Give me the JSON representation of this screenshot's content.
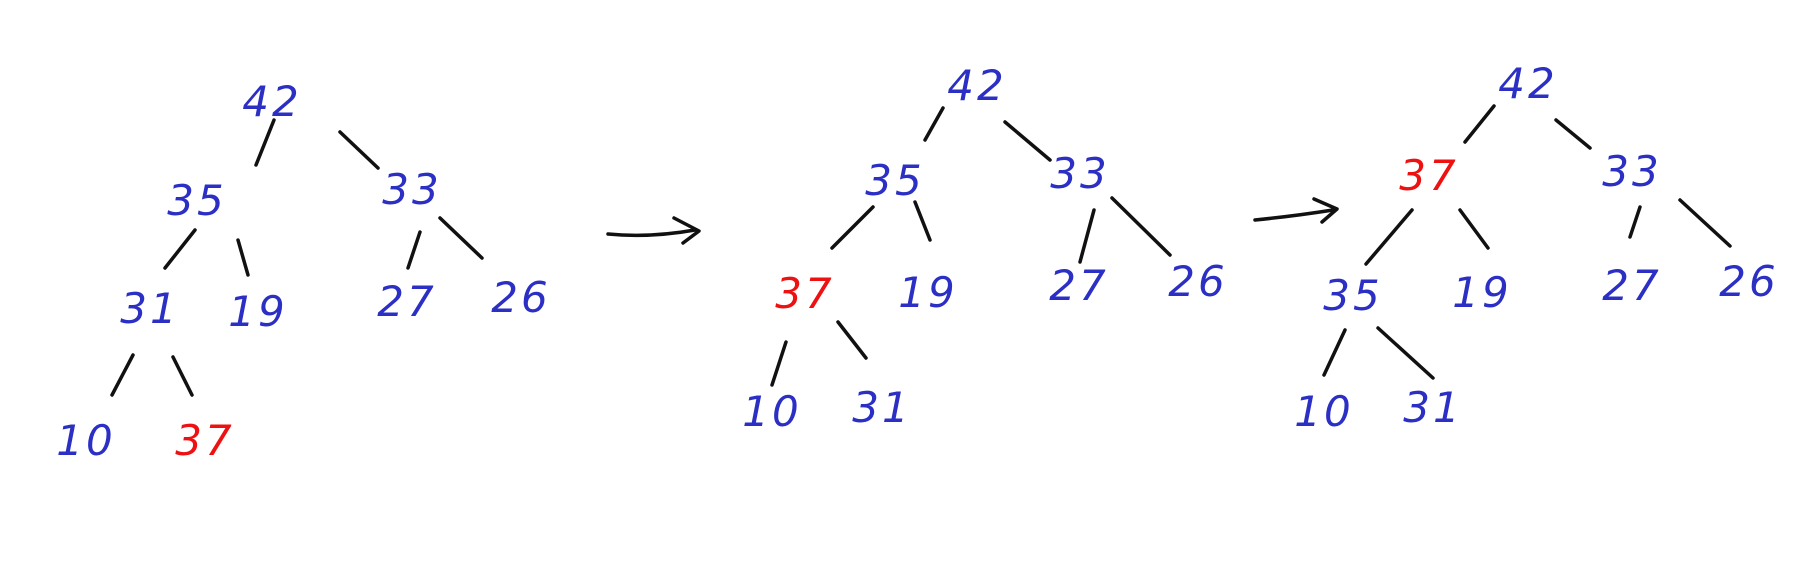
{
  "colors": {
    "node": "#2b2fc4",
    "highlight": "#ee1111",
    "line": "#111111"
  },
  "trees": [
    {
      "name": "heap-step-1",
      "nodes": [
        {
          "id": "a1",
          "value": "42",
          "highlight": false
        },
        {
          "id": "a2",
          "value": "35",
          "highlight": false
        },
        {
          "id": "a3",
          "value": "33",
          "highlight": false
        },
        {
          "id": "a4",
          "value": "31",
          "highlight": false
        },
        {
          "id": "a5",
          "value": "19",
          "highlight": false
        },
        {
          "id": "a6",
          "value": "27",
          "highlight": false
        },
        {
          "id": "a7",
          "value": "26",
          "highlight": false
        },
        {
          "id": "a8",
          "value": "10",
          "highlight": false
        },
        {
          "id": "a9",
          "value": "37",
          "highlight": true
        }
      ]
    },
    {
      "name": "heap-step-2",
      "nodes": [
        {
          "id": "b1",
          "value": "42",
          "highlight": false
        },
        {
          "id": "b2",
          "value": "35",
          "highlight": false
        },
        {
          "id": "b3",
          "value": "33",
          "highlight": false
        },
        {
          "id": "b4",
          "value": "37",
          "highlight": true
        },
        {
          "id": "b5",
          "value": "19",
          "highlight": false
        },
        {
          "id": "b6",
          "value": "27",
          "highlight": false
        },
        {
          "id": "b7",
          "value": "26",
          "highlight": false
        },
        {
          "id": "b8",
          "value": "10",
          "highlight": false
        },
        {
          "id": "b9",
          "value": "31",
          "highlight": false
        }
      ]
    },
    {
      "name": "heap-step-3",
      "nodes": [
        {
          "id": "c1",
          "value": "42",
          "highlight": false
        },
        {
          "id": "c2",
          "value": "37",
          "highlight": true
        },
        {
          "id": "c3",
          "value": "33",
          "highlight": false
        },
        {
          "id": "c4",
          "value": "35",
          "highlight": false
        },
        {
          "id": "c5",
          "value": "19",
          "highlight": false
        },
        {
          "id": "c6",
          "value": "27",
          "highlight": false
        },
        {
          "id": "c7",
          "value": "26",
          "highlight": false
        },
        {
          "id": "c8",
          "value": "10",
          "highlight": false
        },
        {
          "id": "c9",
          "value": "31",
          "highlight": false
        }
      ]
    }
  ]
}
